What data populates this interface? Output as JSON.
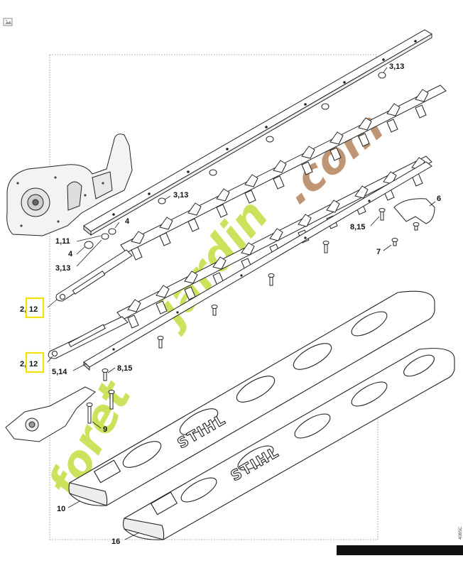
{
  "toolbar": {
    "image_icon": "image-icon"
  },
  "brand_text": "STIHL",
  "watermark": {
    "text_part1": "foret",
    "text_part2": "jardin",
    "text_part3": ".com",
    "colors": {
      "green": "#c8df4a",
      "brown": "#b88a64"
    }
  },
  "callouts": {
    "c1": "3,13",
    "c2": "6",
    "c3": "8,15",
    "c4": "7",
    "c5": "3,13",
    "c6": "4",
    "c7": "1,11",
    "c8": "4",
    "c9": "3,13",
    "c10_prefix": "2,",
    "c10_hl": "12",
    "c11_prefix": "2,",
    "c11_hl": "12",
    "c12": "5,14",
    "c13": "8,15",
    "c14": "9",
    "c15": "10",
    "c16": "16"
  },
  "side_text": "408SC",
  "highlight_color": "#f2e300"
}
